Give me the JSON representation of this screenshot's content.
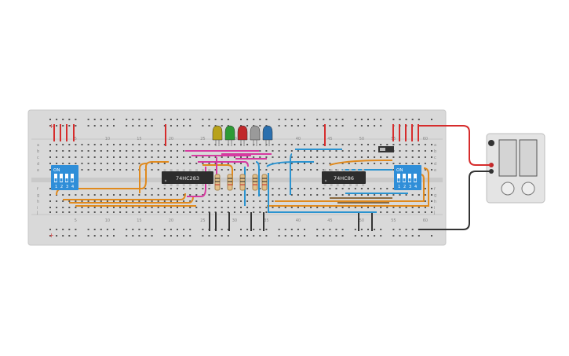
{
  "breadboard": {
    "column_numbers": [
      "5",
      "10",
      "15",
      "20",
      "25",
      "30",
      "35",
      "40",
      "45",
      "50",
      "55",
      "60"
    ],
    "row_letters_top": [
      "a",
      "b",
      "c",
      "d",
      "e"
    ],
    "row_letters_bottom": [
      "f",
      "g",
      "h",
      "i",
      "j"
    ],
    "rail_plus": "+",
    "rail_minus": "−"
  },
  "chips": {
    "left_label": "74HC283",
    "right_label": "74HC86"
  },
  "dip_switches": {
    "on_label": "ON",
    "numbers": [
      "1",
      "2",
      "3",
      "4"
    ]
  },
  "leds": {
    "colors": [
      "#b8a21a",
      "#2e9a36",
      "#c0282a",
      "#9a9a9a",
      "#2a6fae"
    ],
    "names": [
      "yellow-led",
      "green-led",
      "red-led",
      "white-led",
      "blue-led"
    ]
  },
  "wire_colors": {
    "power": "#d62c2c",
    "ground": "#333333",
    "orange": "#e08a1e",
    "magenta": "#d63aa0",
    "blue": "#2a93d0",
    "brown": "#8a6a40"
  },
  "battery_pack": {
    "name": "battery-pack"
  }
}
